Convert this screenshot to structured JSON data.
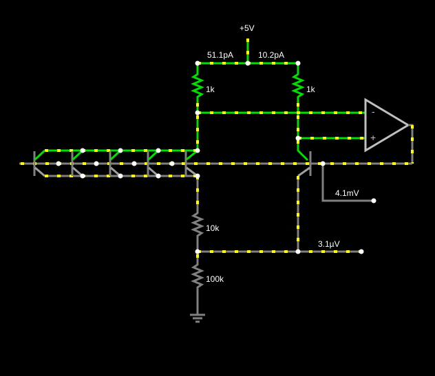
{
  "labels": {
    "supply": "+5V",
    "current_left": "51.1pA",
    "current_right": "10.2pA",
    "r1": "1k",
    "r2": "1k",
    "r3": "10k",
    "r4": "100k",
    "probe_out": "4.1mV",
    "probe_mid": "3.1µV",
    "opamp_minus": "-",
    "opamp_plus": "+"
  },
  "colors": {
    "live_wire": "#00e000",
    "idle_wire": "#808080",
    "current_dots": "#ffff00",
    "node": "#ffffff"
  }
}
